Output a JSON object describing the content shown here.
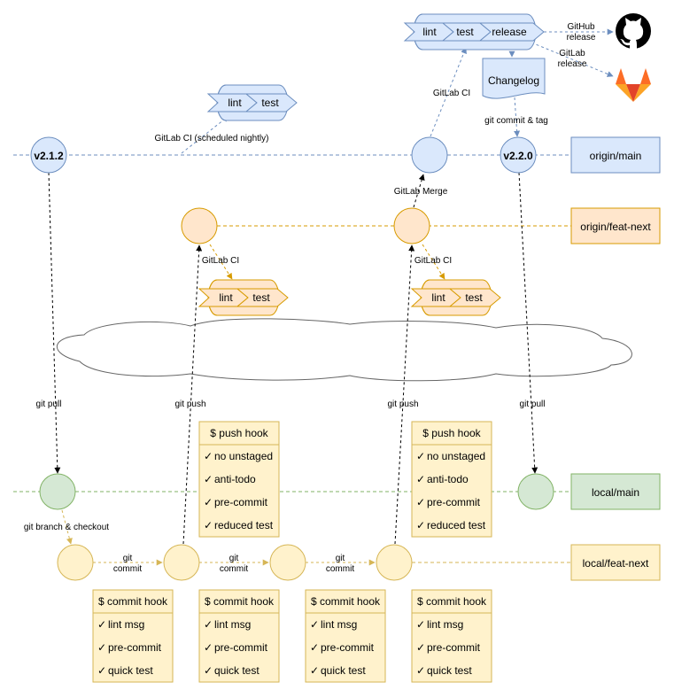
{
  "colors": {
    "blue_fill": "#dae8fc",
    "blue_stroke": "#6c8ebf",
    "orange_fill": "#ffe6cc",
    "orange_stroke": "#d79b00",
    "green_fill": "#d5e8d4",
    "green_stroke": "#82b366",
    "yellow_fill": "#fff2cc",
    "yellow_stroke": "#d6b656",
    "gitlab_orange": "#e24329",
    "github_black": "#000000"
  },
  "branches": {
    "origin_main": "origin/main",
    "origin_feat_next": "origin/feat-next",
    "local_main": "local/main",
    "local_feat_next": "local/feat-next"
  },
  "tags": {
    "v212": "v2.1.2",
    "v220": "v2.2.0"
  },
  "pipeline": {
    "lint": "lint",
    "test": "test",
    "release": "release"
  },
  "changelog": "Changelog",
  "logos": {
    "github": "github-logo-icon",
    "gitlab": "gitlab-logo-icon"
  },
  "labels": {
    "github_release_1": "GitHub",
    "github_release_2": "release",
    "gitlab_release_1": "GitLab",
    "gitlab_release_2": "release",
    "gitlab_ci": "GitLab CI",
    "gitlab_ci_nightly": "GitLab CI (scheduled nightly)",
    "git_commit_tag": "git commit & tag",
    "gitlab_merge": "GitLab Merge",
    "git_pull": "git pull",
    "git_push": "git push",
    "git_branch_checkout": "git branch & checkout",
    "git": "git",
    "commit": "commit"
  },
  "push_hook": {
    "title": "$ push hook",
    "items": [
      "no unstaged",
      "anti-todo",
      "pre-commit",
      "reduced test"
    ]
  },
  "commit_hook": {
    "title": "$ commit hook",
    "items": [
      "lint msg",
      "pre-commit",
      "quick test"
    ]
  },
  "checkmark": "✓"
}
